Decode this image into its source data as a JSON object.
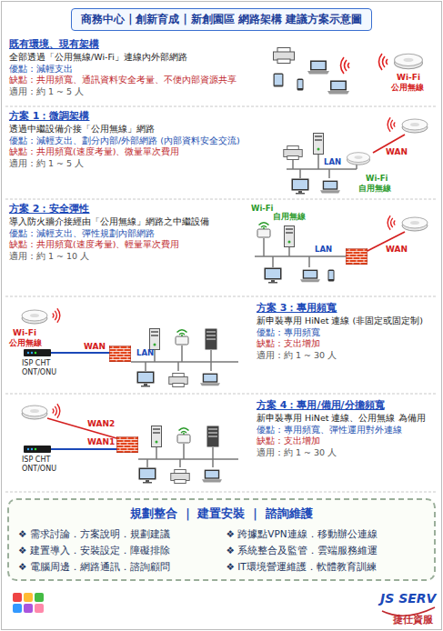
{
  "diagram": {
    "title": "商務中心 | 創新育成 | 新創園區 網路架構 建議方案示意圖",
    "nodes": [
      {
        "text": [
          "既有環境、現有架構",
          "全部透過「公用無線/Wi-Fi」連線內外部網路",
          "優點：減輕支出",
          "缺點：共用頻寬、通訊資料安全考量、不便內部資源共享",
          "適用：約 1 ~ 5 人"
        ]
      },
      {
        "text": [
          "方案 1：微調架構",
          "透過中繼設備介接「公用無線」網路",
          "優點：減輕支出、劃分內部/外部網路 (內部資料安全交流)",
          "缺點：共用頻寬(速度考量)、微量單次費用",
          "適用：約 1 ~ 5 人"
        ]
      },
      {
        "text": [
          "方案 2：安全彈性",
          "導入防火牆介接經由「公用無線」網路之中繼設備",
          "優點：減輕支出、彈性規劃內部網路",
          "缺點：共用頻寬(速度考量)、輕量單次費用",
          "適用：約 1 ~ 10 人"
        ]
      },
      {
        "text": [
          "方案 3：專用頻寬",
          "新申裝專用 HiNet 連線 (非固定或固定制)",
          "優點：專用頻寬",
          "缺點：支出增加",
          "適用：約 1 ~ 30 人"
        ]
      },
      {
        "text": [
          "方案 4：專用/備用/分擔頻寬",
          "新申裝專用 HiNet 連線、公用無線 為備用",
          "優點：專用頻寬、彈性運用對外連線",
          "缺點：支出增加",
          "適用：約 1 ~ 30 人"
        ]
      },
      {
        "text": [
          "規劃整合 ｜ 建置安裝 ｜ 諮詢維護",
          "❖ 需求討論．方案說明．規劃建議",
          "❖ 跨據點VPN連線．移動辦公連線",
          "❖ 建置導入．安裝設定．障礙排除",
          "❖ 系統整合及監管．雲端服務維運",
          "❖ 電腦周邊．網路通訊．諮詢顧問",
          "❖ IT環境營運維護．軟體教育訓練"
        ]
      }
    ],
    "labels": [
      "Wi-Fi",
      "公用無線",
      "LAN",
      "WAN",
      "Wi-Fi",
      "自用無線",
      "Wi-Fi",
      "自用無線",
      "LAN",
      "WAN",
      "Wi-Fi",
      "公用無線",
      "WAN",
      "LAN",
      "ISP CHT",
      "ONT/ONU",
      "WAN2",
      "WAN1",
      "ISP CHT",
      "ONT/ONU",
      "JS SERV",
      "捷仕資服"
    ]
  }
}
